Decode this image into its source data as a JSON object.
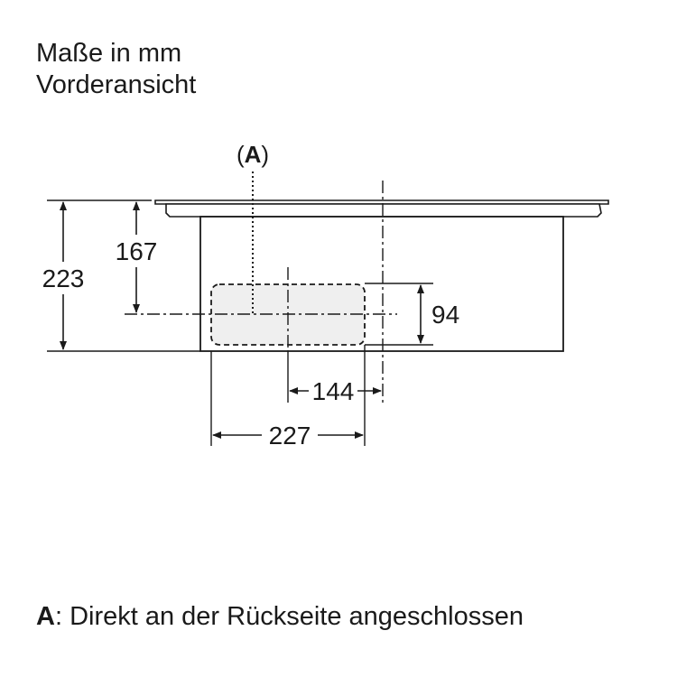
{
  "header": {
    "line1": "Maße in mm",
    "line2": "Vorderansicht"
  },
  "drawing": {
    "marker_open": "(",
    "marker_letter": "A",
    "marker_close": ")",
    "dim_height_total": "223",
    "dim_height_axis": "167",
    "dim_cutout_height": "94",
    "dim_offset": "144",
    "dim_cutout_width": "227"
  },
  "legend": {
    "key": "A",
    "text": ": Direkt an der Rückseite angeschlossen"
  }
}
